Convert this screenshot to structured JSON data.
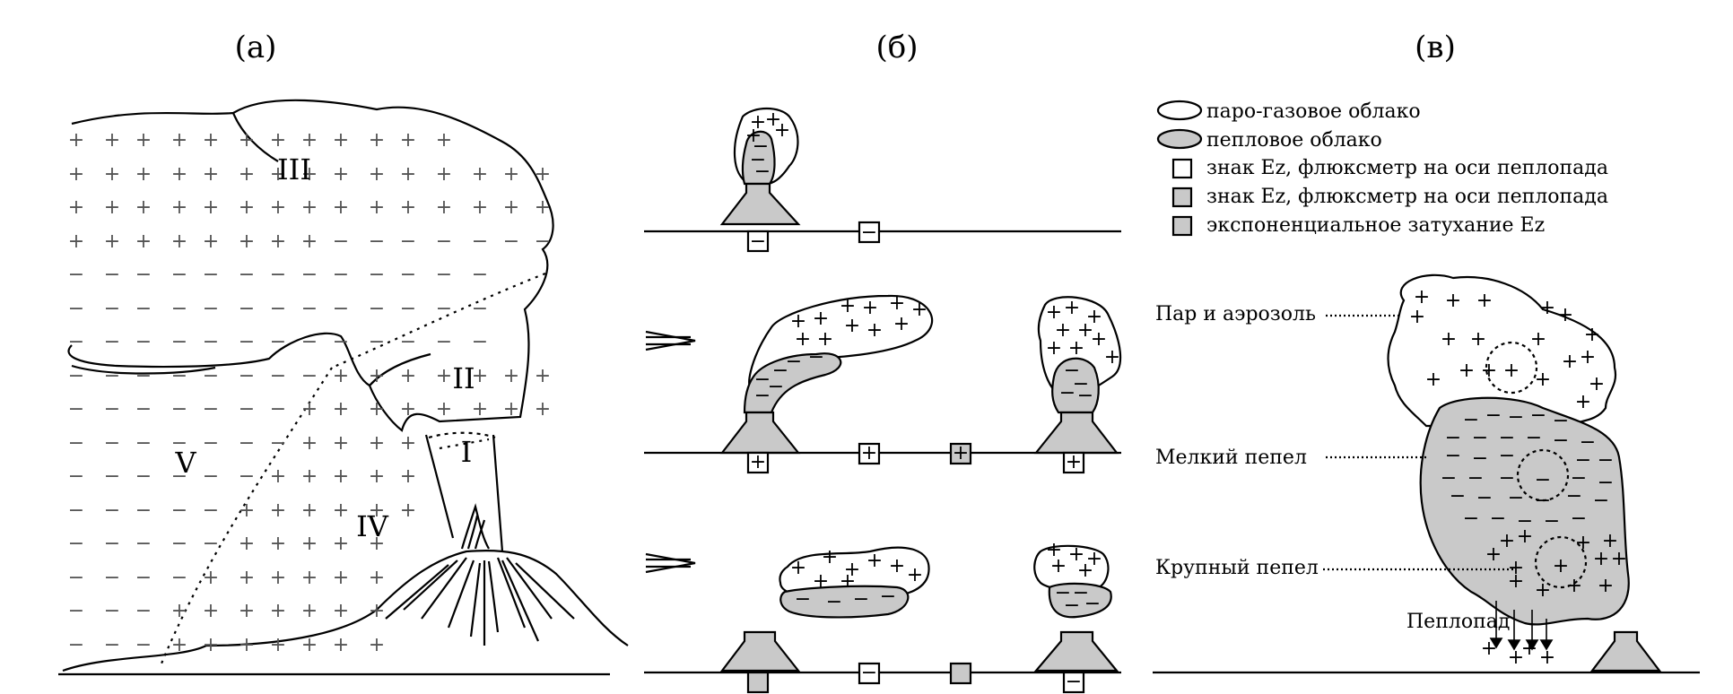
{
  "panels": {
    "a": {
      "label": "(а)",
      "regions": [
        "III",
        "II",
        "I",
        "V",
        "IV"
      ]
    },
    "b": {
      "label": "(б)"
    },
    "c": {
      "label": "(в)"
    }
  },
  "legend": [
    {
      "text": "паро-газовое облако"
    },
    {
      "text": "пепловое облако"
    },
    {
      "text": "знак Ez, флюксметр на оси пеплопада"
    },
    {
      "text": "знак Ez, флюксметр на оси пеплопада"
    },
    {
      "text": "экспоненциальное затухание Ez"
    }
  ],
  "annotations": {
    "steam": "Пар и аэрозоль",
    "fine_ash": "Мелкий пепел",
    "coarse_ash": "Крупный пепел",
    "ashfall": "Пеплопад"
  },
  "signs": {
    "plus": "+",
    "minus": "−"
  }
}
